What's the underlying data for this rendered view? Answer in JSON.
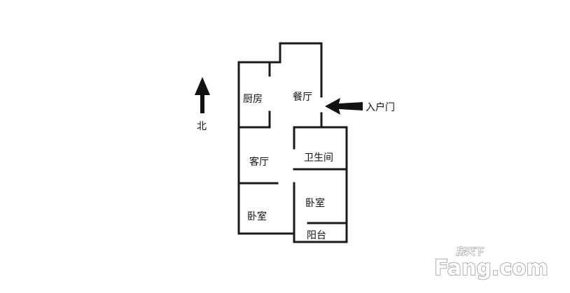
{
  "rooms": {
    "kitchen": "厨房",
    "dining": "餐厅",
    "living": "客厅",
    "bathroom": "卫生间",
    "bedroom_east": "卧室",
    "bedroom_west": "卧室",
    "balcony": "阳台"
  },
  "entrance": {
    "label": "入户门"
  },
  "compass": {
    "label": "北"
  },
  "watermark": {
    "cn": "房天下",
    "en": "Fang.com"
  },
  "colors": {
    "wall": "#1a1a1a",
    "text": "#111111",
    "background": "#ffffff",
    "watermark_outline": "#9a9a9a"
  }
}
